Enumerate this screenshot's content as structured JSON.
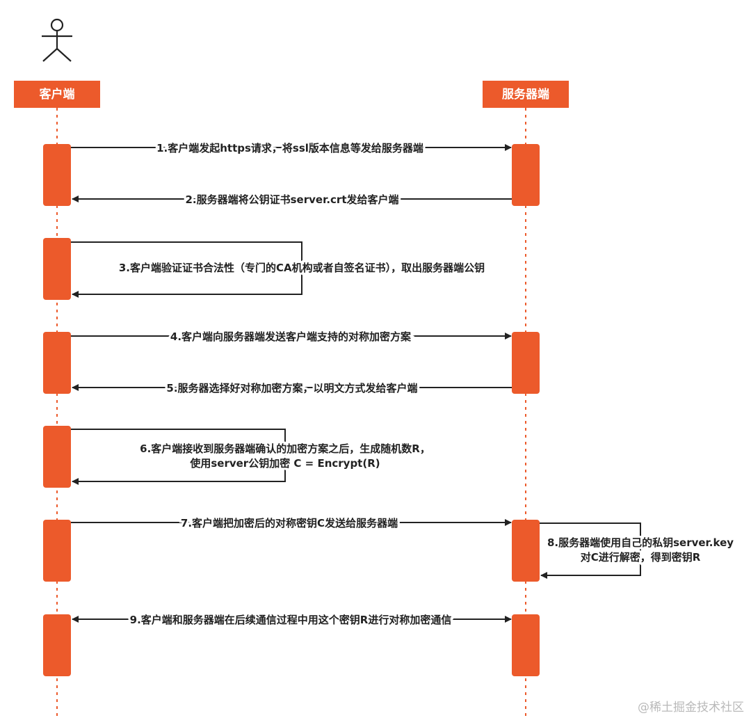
{
  "participants": {
    "client": {
      "label": "客户端"
    },
    "server": {
      "label": "服务器端"
    }
  },
  "messages": [
    {
      "id": "m1",
      "text": "1.客户端发起https请求，将ssl版本信息等发给服务器端"
    },
    {
      "id": "m2",
      "text": "2.服务器端将公钥证书server.crt发给客户端"
    },
    {
      "id": "m3",
      "text": "3.客户端验证证书合法性（专门的CA机构或者自签名证书），取出服务器端公钥"
    },
    {
      "id": "m4",
      "text": "4.客户端向服务器端发送客户端支持的对称加密方案"
    },
    {
      "id": "m5",
      "text": "5.服务器选择好对称加密方案，以明文方式发给客户端"
    },
    {
      "id": "m6",
      "lines": [
        "6.客户端接收到服务器端确认的加密方案之后，生成随机数R，",
        "使用server公钥加密  C = Encrypt(R)"
      ]
    },
    {
      "id": "m7",
      "text": "7.客户端把加密后的对称密钥C发送给服务器端"
    },
    {
      "id": "m8",
      "lines": [
        "8.服务器端使用自己的私钥server.key",
        "对C进行解密，得到密钥R"
      ]
    },
    {
      "id": "m9",
      "text": "9.客户端和服务器端在后续通信过程中用这个密钥R进行对称加密通信"
    }
  ],
  "watermark": "@稀土掘金技术社区",
  "colors": {
    "accent": "#EC5A2B",
    "lifeline": "#EC5A2B",
    "arrow": "#222222",
    "text": "#222222"
  },
  "icons": {
    "actor": "stick-figure-icon"
  }
}
